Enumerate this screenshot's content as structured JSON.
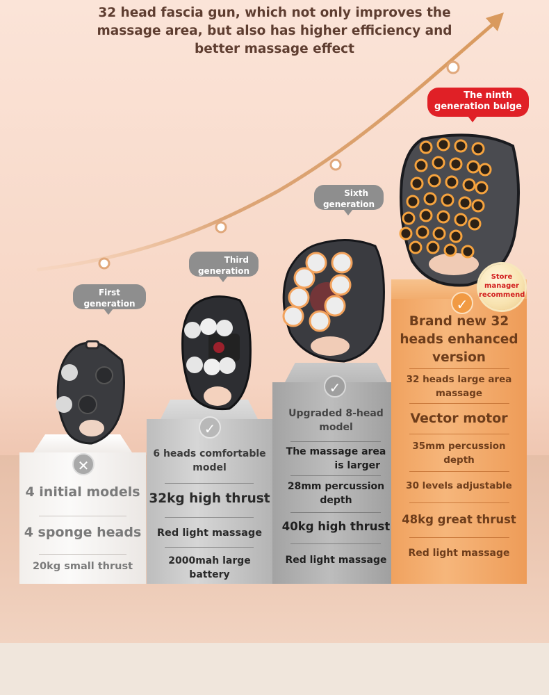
{
  "headline": {
    "line1": "32 head fascia gun, which not only improves the",
    "line2": "massage area, but also has higher efficiency and",
    "line3": "better massage effect"
  },
  "generations": [
    {
      "label_line1": "First",
      "label_line2": "generation",
      "mark": "✕",
      "mark_type": "cross-icon",
      "features": [
        "4 initial models",
        "4 sponge heads",
        "20kg small thrust"
      ]
    },
    {
      "label_line1": "Third",
      "label_line2": "generation",
      "mark": "✓",
      "mark_type": "check-icon",
      "features": [
        "6 heads comfortable",
        "model",
        "32kg high thrust",
        "Red light massage",
        "2000mah large",
        "battery"
      ]
    },
    {
      "label_line1": "Sixth",
      "label_line2": "generation",
      "mark": "✓",
      "mark_type": "check-icon",
      "features": [
        "Upgraded 8-head",
        "model",
        "The massage area",
        "is larger",
        "28mm percussion",
        "depth",
        "40kg high thrust",
        "Red light massage"
      ]
    },
    {
      "label_line1": "The ninth",
      "label_line2": "generation bulge",
      "mark": "✓",
      "mark_type": "check-icon",
      "badge": [
        "Store",
        "manager",
        "recommend"
      ],
      "features": [
        "Brand new 32",
        "heads enhanced",
        "version",
        "32 heads large area",
        "massage",
        "Vector motor",
        "35mm percussion",
        "depth",
        "30 levels adjustable",
        "48kg great thrust",
        "Red light massage"
      ]
    }
  ],
  "colors": {
    "accent_orange": "#f3a25c",
    "bubble_gray": "#8e8e8e",
    "bubble_red": "#e02026",
    "text_brown": "#5e3d30"
  }
}
